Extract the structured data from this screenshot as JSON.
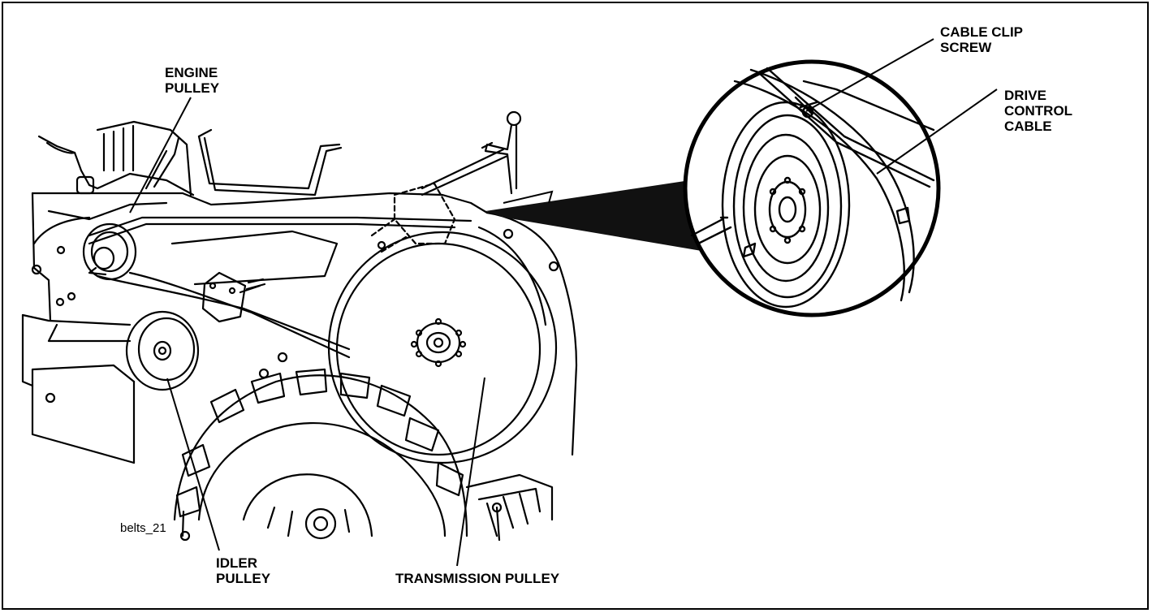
{
  "figure": {
    "id_label": "belts_21",
    "callouts": {
      "engine_pulley": [
        "ENGINE",
        "PULLEY"
      ],
      "cable_clip_screw": [
        "CABLE CLIP",
        "SCREW"
      ],
      "drive_control_cable": [
        "DRIVE",
        "CONTROL",
        "CABLE"
      ],
      "idler_pulley": [
        "IDLER",
        "PULLEY"
      ],
      "transmission_pulley": "TRANSMISSION PULLEY"
    }
  },
  "colors": {
    "ink": "#000000",
    "paper": "#ffffff",
    "magnifier_wedge": "#111111"
  }
}
